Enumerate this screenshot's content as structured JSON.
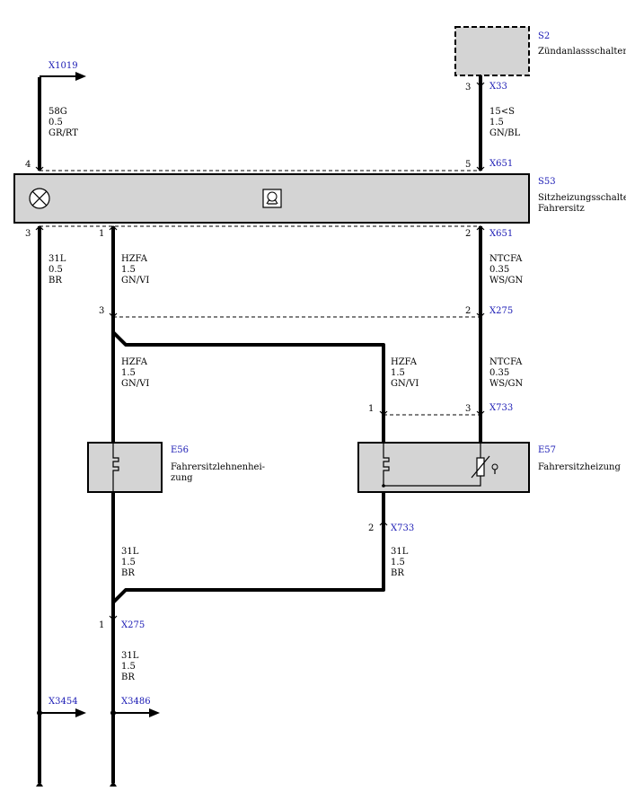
{
  "connectors": {
    "x1019": "X1019",
    "x33": "X33",
    "x651_top": "X651",
    "x651_bottom": "X651",
    "x275_top": "X275",
    "x733_top": "X733",
    "x733_bottom": "X733",
    "x275_bottom": "X275",
    "x3454": "X3454",
    "x3486": "X3486"
  },
  "components": {
    "s2": {
      "id": "S2",
      "name": "Zündanlassschalter"
    },
    "s53": {
      "id": "S53",
      "name_line1": "Sitzheizungsschalter",
      "name_line2": "Fahrersitz"
    },
    "e56": {
      "id": "E56",
      "name_line1": "Fahrersitzlehnenhei-",
      "name_line2": "zung"
    },
    "e57": {
      "id": "E57",
      "name": "Fahrersitzheizung"
    }
  },
  "pins": {
    "x33_pin": "3",
    "s53_pin4": "4",
    "s53_pin5": "5",
    "s53_pin3": "3",
    "s53_pin1": "1",
    "s53_pin2": "2",
    "x275_pin3": "3",
    "x275_pin2": "2",
    "x733_pin1": "1",
    "x733_pin3": "3",
    "x733_pin2": "2",
    "x275_pin1": "1"
  },
  "wires": {
    "w58g": [
      "58G",
      "0.5",
      "GR/RT"
    ],
    "w15s": [
      "15<S",
      "1.5",
      "GN/BL"
    ],
    "w31l_left": [
      "31L",
      "0.5",
      "BR"
    ],
    "w_hzfa_1": [
      "HZFA",
      "1.5",
      "GN/VI"
    ],
    "w_ntcfa_1": [
      "NTCFA",
      "0.35",
      "WS/GN"
    ],
    "w_hzfa_2": [
      "HZFA",
      "1.5",
      "GN/VI"
    ],
    "w_hzfa_3": [
      "HZFA",
      "1.5",
      "GN/VI"
    ],
    "w_ntcfa_2": [
      "NTCFA",
      "0.35",
      "WS/GN"
    ],
    "w31l_e56": [
      "31L",
      "1.5",
      "BR"
    ],
    "w31l_e57": [
      "31L",
      "1.5",
      "BR"
    ],
    "w31l_bottom": [
      "31L",
      "1.5",
      "BR"
    ]
  },
  "colors": {
    "connector_label": "#1a1ab4",
    "component_fill": "#d4d4d4"
  },
  "icons": [
    "lamp-icon",
    "seat-heating-icon",
    "heating-element-icon",
    "ntc-sensor-icon",
    "arrow-right-icon"
  ]
}
